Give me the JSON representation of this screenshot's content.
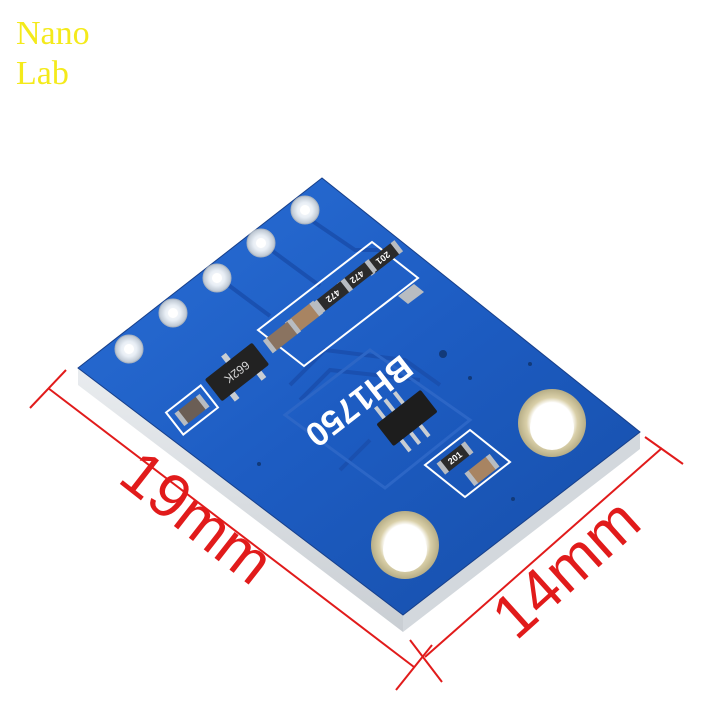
{
  "watermark": {
    "line1": "Nano",
    "line2": "Lab",
    "color": "#f4ea1b"
  },
  "product": {
    "silkscreen_label": "BH1750",
    "sensor_ic": "BH1750",
    "regulator_marking": "662K",
    "resistors": [
      {
        "marking": "201"
      },
      {
        "marking": "472"
      },
      {
        "marking": "472"
      },
      {
        "marking": "201"
      }
    ],
    "pin_count": 5,
    "mounting_holes": 2,
    "pcb_color": "#1f5fc4"
  },
  "dimensions": {
    "length_label": "19mm",
    "width_label": "14mm",
    "color": "#e11b1b"
  }
}
